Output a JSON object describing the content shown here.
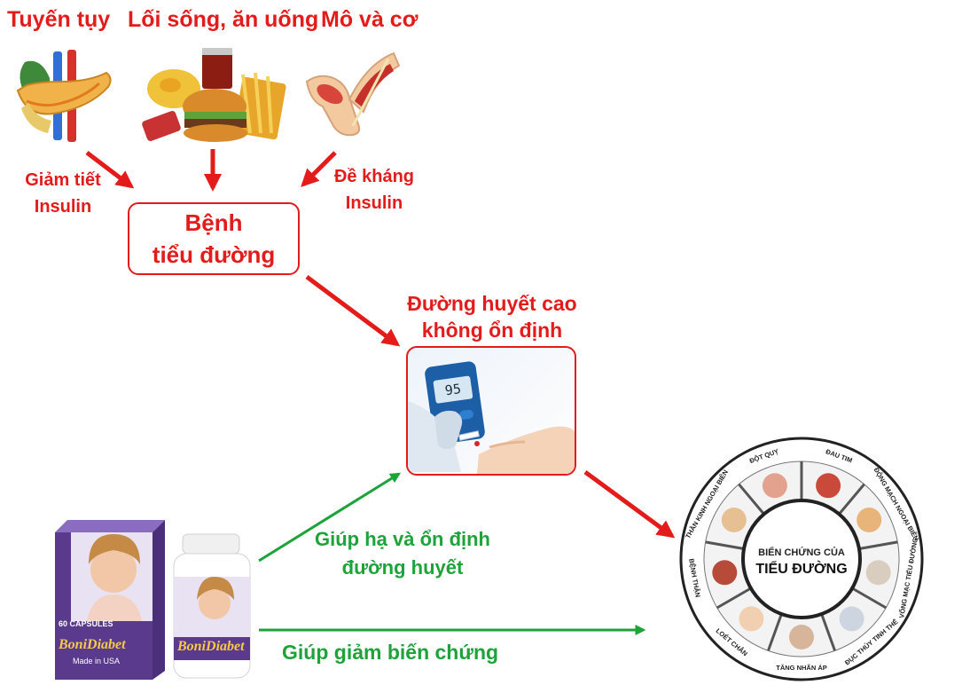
{
  "colors": {
    "red": "#e41b1b",
    "green": "#1ea33b",
    "product_purple": "#5a3a8c"
  },
  "causes": {
    "pancreas": "Tuyến tụy",
    "lifestyle": "Lối sống, ăn uống",
    "muscle": "Mô và cơ"
  },
  "cause_effects": {
    "pancreas_line1": "Giảm tiết",
    "pancreas_line2": "Insulin",
    "muscle_line1": "Đề kháng",
    "muscle_line2": "Insulin"
  },
  "disease": {
    "line1": "Bệnh",
    "line2": "tiểu đường"
  },
  "glucose": {
    "line1": "Đường huyết cao",
    "line2": "không ổn định",
    "meter_value": "95"
  },
  "product": {
    "brand": "BoniDiabet",
    "box_count": "60",
    "box_unit": "CAPSULES",
    "made_in": "Made in USA"
  },
  "benefits": {
    "stabilize_line1": "Giúp hạ và ổn định",
    "stabilize_line2": "đường huyết",
    "reduce": "Giúp giảm biến chứng"
  },
  "complications": {
    "center_line1": "BIẾN CHỨNG CỦA",
    "center_line2": "TIỂU ĐƯỜNG",
    "items": [
      "ĐỘT QUỴ",
      "ĐAU TIM",
      "ĐỘNG MẠCH NGOẠI BIÊN",
      "VÕNG MẠC TIỂU ĐƯỜNG",
      "ĐỤC THỦY TINH THỂ",
      "TĂNG NHÃN ÁP",
      "LOÉT CHÂN",
      "BỆNH THẬN",
      "THẦN KINH NGOẠI BIÊN"
    ]
  }
}
